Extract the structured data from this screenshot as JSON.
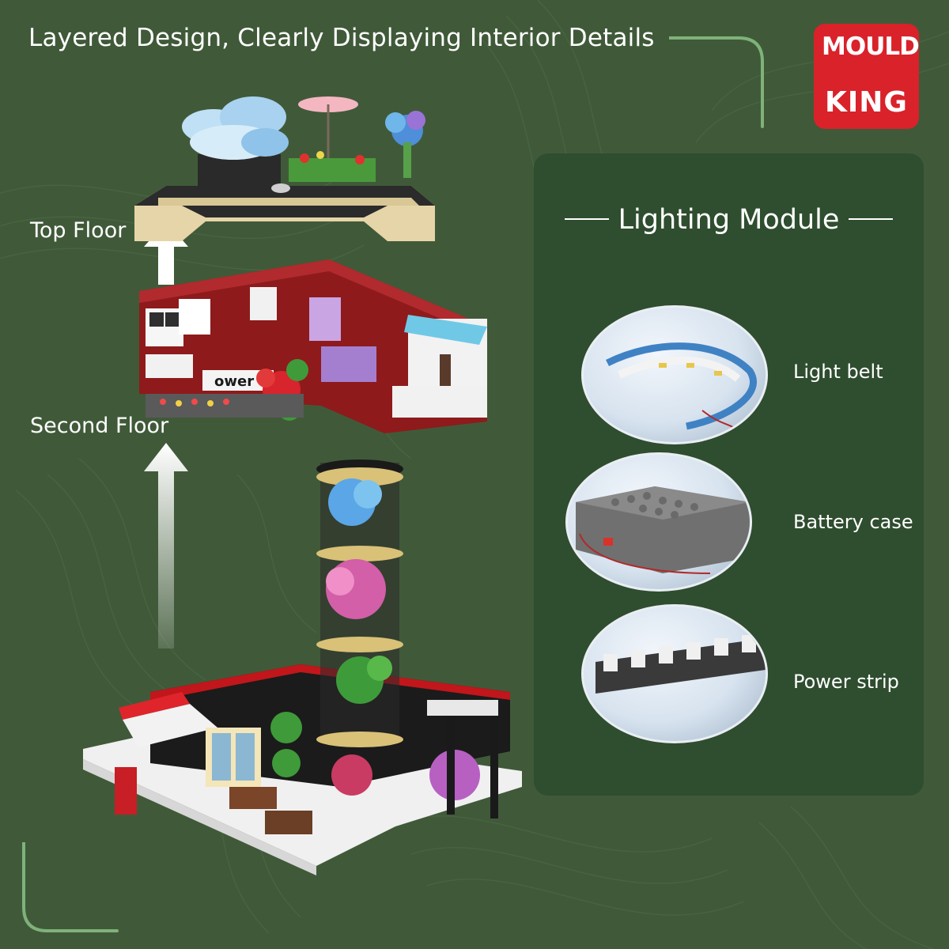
{
  "headline": "Layered Design, Clearly Displaying Interior Details",
  "brand": {
    "line1": "MOULD",
    "line2": "KING"
  },
  "floors": {
    "top": "Top Floor",
    "second": "Second Floor"
  },
  "lighting": {
    "title": "Lighting Module",
    "items": [
      {
        "label": "Light belt"
      },
      {
        "label": "Battery case"
      },
      {
        "label": "Power strip"
      }
    ]
  },
  "colors": {
    "background": "#405a39",
    "panel": "#2f4d2f",
    "accent_line": "#7fb27a",
    "brand_red": "#d9222a",
    "building_red": "#8e1a1c"
  }
}
